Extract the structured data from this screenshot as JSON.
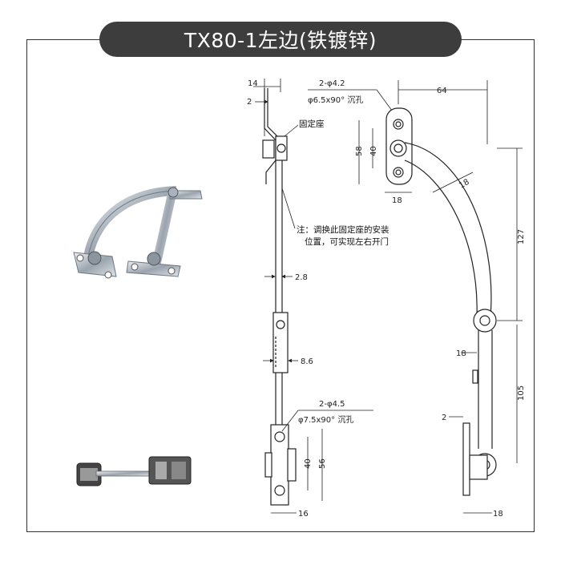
{
  "title": "TX80-1左边(铁镀锌)",
  "dimensions": {
    "d14": "14",
    "d2_top": "2",
    "holes_top": "2-φ4.2",
    "countersink_top": "φ6.5x90° 沉孔",
    "d64": "64",
    "d58": "58",
    "d40_top": "40",
    "d18_top": "18",
    "d18_arc": "18",
    "d127": "127",
    "d2_8": "2.8",
    "d8_6": "8.6",
    "d18_mid": "18",
    "d105": "105",
    "holes_bottom": "2-φ4.5",
    "countersink_bottom": "φ7.5x90° 沉孔",
    "d40_bottom": "40",
    "d56": "56",
    "d16": "16",
    "d2_bottom": "2",
    "d18_bottom": "18"
  },
  "labels": {
    "fixed_seat": "固定座",
    "note_line1": "注：调换此固定座的安装",
    "note_line2": "位置，可实现左右开门"
  },
  "colors": {
    "pill": "#3d3d3d",
    "line": "#222222",
    "metal": "#b9c2cc"
  }
}
